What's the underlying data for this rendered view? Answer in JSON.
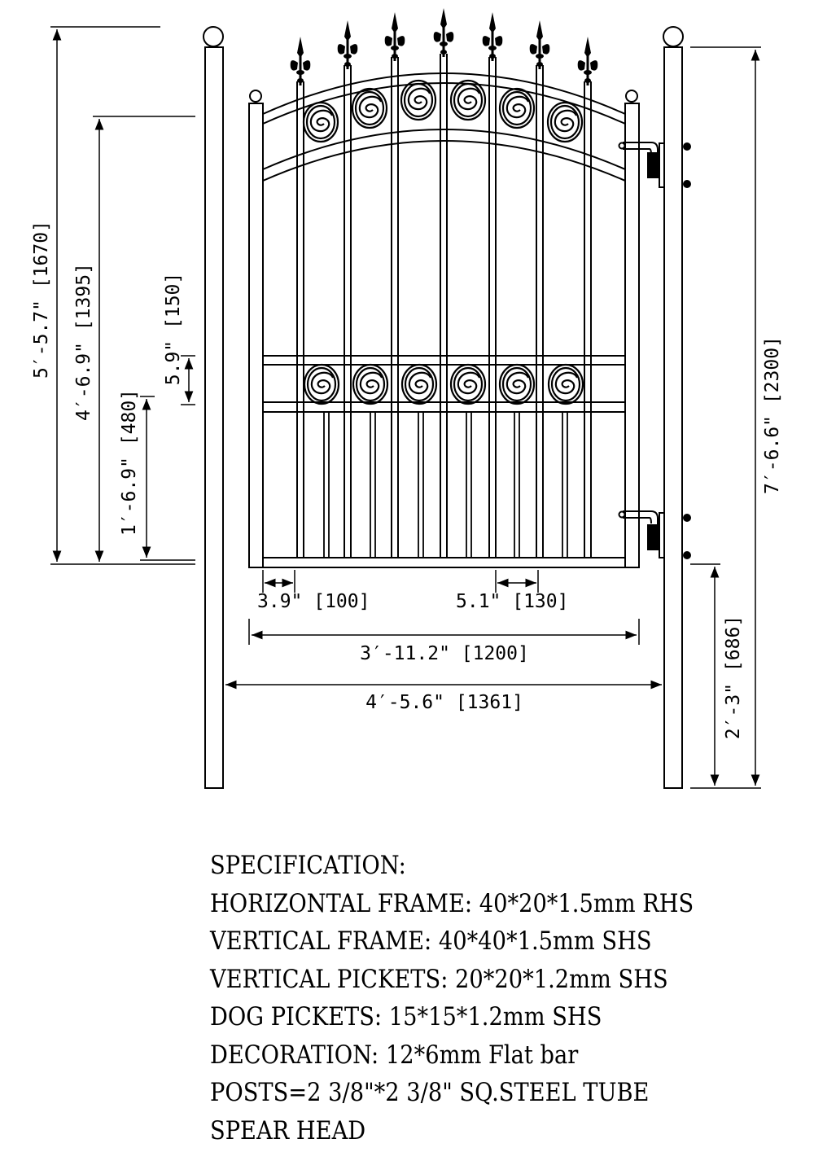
{
  "dimensions": {
    "left_height": "5′-5.7\"  [1670]",
    "frame_height": "4′-6.9\"  [1395]",
    "rail_gap": "5.9\"  [150]",
    "bottom_section": "1′-6.9\"  [480]",
    "post_height": "7′-6.6\"  [2300]",
    "hinge_height": "2′-3\"  [686]",
    "bottom_gap": "3.9\"  [100]",
    "picket_spacing": "5.1\"  [130]",
    "gate_width": "3′-11.2\"  [1200]",
    "opening_width": "4′-5.6\"  [1361]"
  },
  "specification": {
    "title": "SPECIFICATION:",
    "lines": [
      "HORIZONTAL FRAME:  40*20*1.5mm RHS",
      "VERTICAL FRAME:  40*40*1.5mm SHS",
      "VERTICAL PICKETS:  20*20*1.2mm SHS",
      "DOG PICKETS:  15*15*1.2mm SHS",
      "DECORATION:  12*6mm Flat bar",
      "POSTS=2 3/8\"*2 3/8\"  SQ.STEEL TUBE",
      "SPEAR HEAD"
    ]
  }
}
